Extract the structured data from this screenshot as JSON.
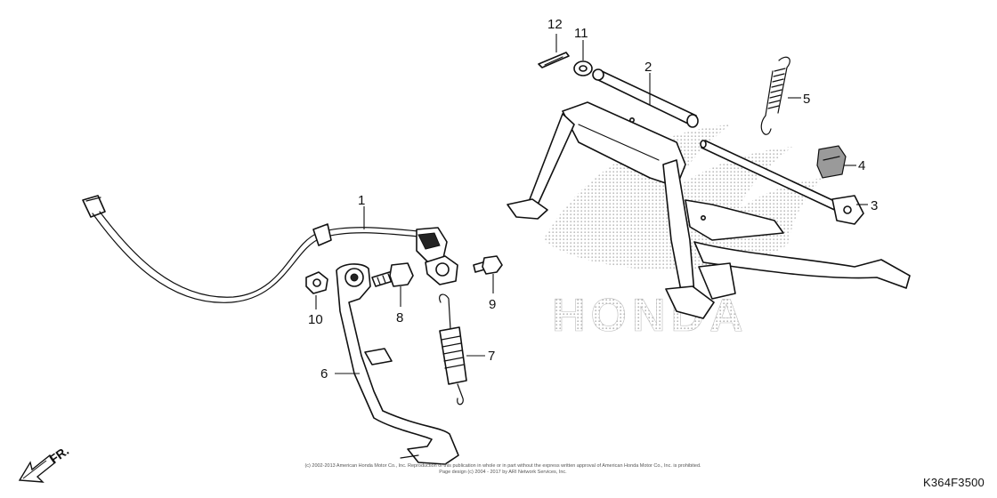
{
  "diagram_code": "K364F3500",
  "front_indicator": "FR.",
  "watermark_text": "HONDA",
  "copyright": [
    "(c) 2002-2013 American Honda Motor Co., Inc. Reproduction of this publication in whole or in part without the express written approval of American Honda Motor Co., Inc. is prohibited.",
    "Page design (c) 2004 - 2017 by ARI Network Services, Inc."
  ],
  "callouts": [
    "1",
    "2",
    "3",
    "4",
    "5",
    "6",
    "7",
    "8",
    "9",
    "10",
    "11",
    "12"
  ],
  "colors": {
    "line": "#111111",
    "watermark_dots": "#b5b5b5",
    "background": "#ffffff"
  }
}
